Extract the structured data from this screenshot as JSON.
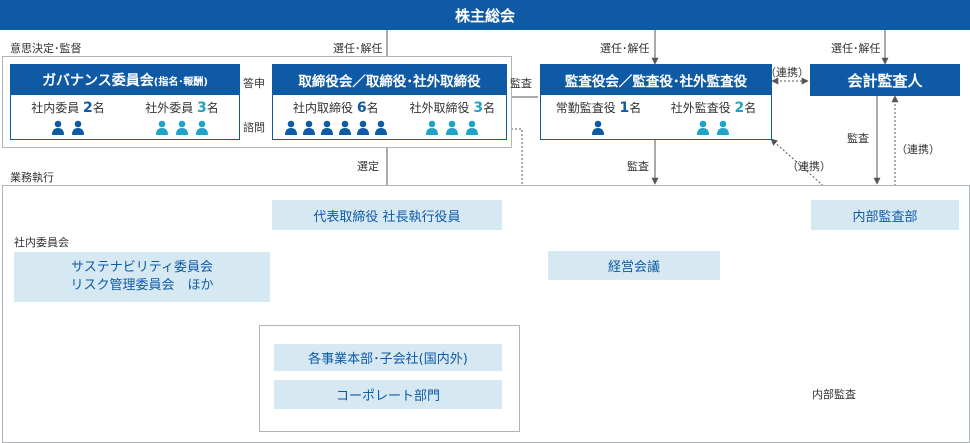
{
  "header": {
    "title": "株主総会"
  },
  "sections": {
    "decision": "意思決定･監督",
    "execution": "業務執行",
    "internal_committees": "社内委員会"
  },
  "labels": {
    "elect_dismiss": "選任･解任",
    "answer": "答申",
    "consult": "諮問",
    "audit": "監査",
    "collab": "（連携）",
    "select": "選定",
    "internal_audit": "内部監査"
  },
  "governance": {
    "title": "ガバナンス委員会",
    "subtitle": "(指名･報酬)",
    "internal_label": "社内委員",
    "internal_num": "2",
    "internal_unit": "名",
    "external_label": "社外委員",
    "external_num": "3",
    "external_unit": "名"
  },
  "board": {
    "title": "取締役会／取締役･社外取締役",
    "internal_label": "社内取締役",
    "internal_num": "6",
    "internal_unit": "名",
    "external_label": "社外取締役",
    "external_num": "3",
    "external_unit": "名"
  },
  "auditors": {
    "title": "監査役会／監査役･社外監査役",
    "internal_label": "常勤監査役",
    "internal_num": "1",
    "internal_unit": "名",
    "external_label": "社外監査役",
    "external_num": "2",
    "external_unit": "名"
  },
  "accounting_auditor": {
    "title": "会計監査人"
  },
  "ceo": {
    "label": "代表取締役 社長執行役員"
  },
  "internal_audit_dept": {
    "label": "内部監査部"
  },
  "management_meeting": {
    "label": "経営会議"
  },
  "committees": {
    "line1": "サステナビリティ委員会",
    "line2": "リスク管理委員会　ほか"
  },
  "divisions": {
    "label": "各事業本部･子会社(国内外)"
  },
  "corporate": {
    "label": "コーポレート部門"
  },
  "colors": {
    "navy": "#0f5aa5",
    "teal": "#1fa3c6",
    "light": "#d6e9f2",
    "frame": "#aeb4bb"
  }
}
